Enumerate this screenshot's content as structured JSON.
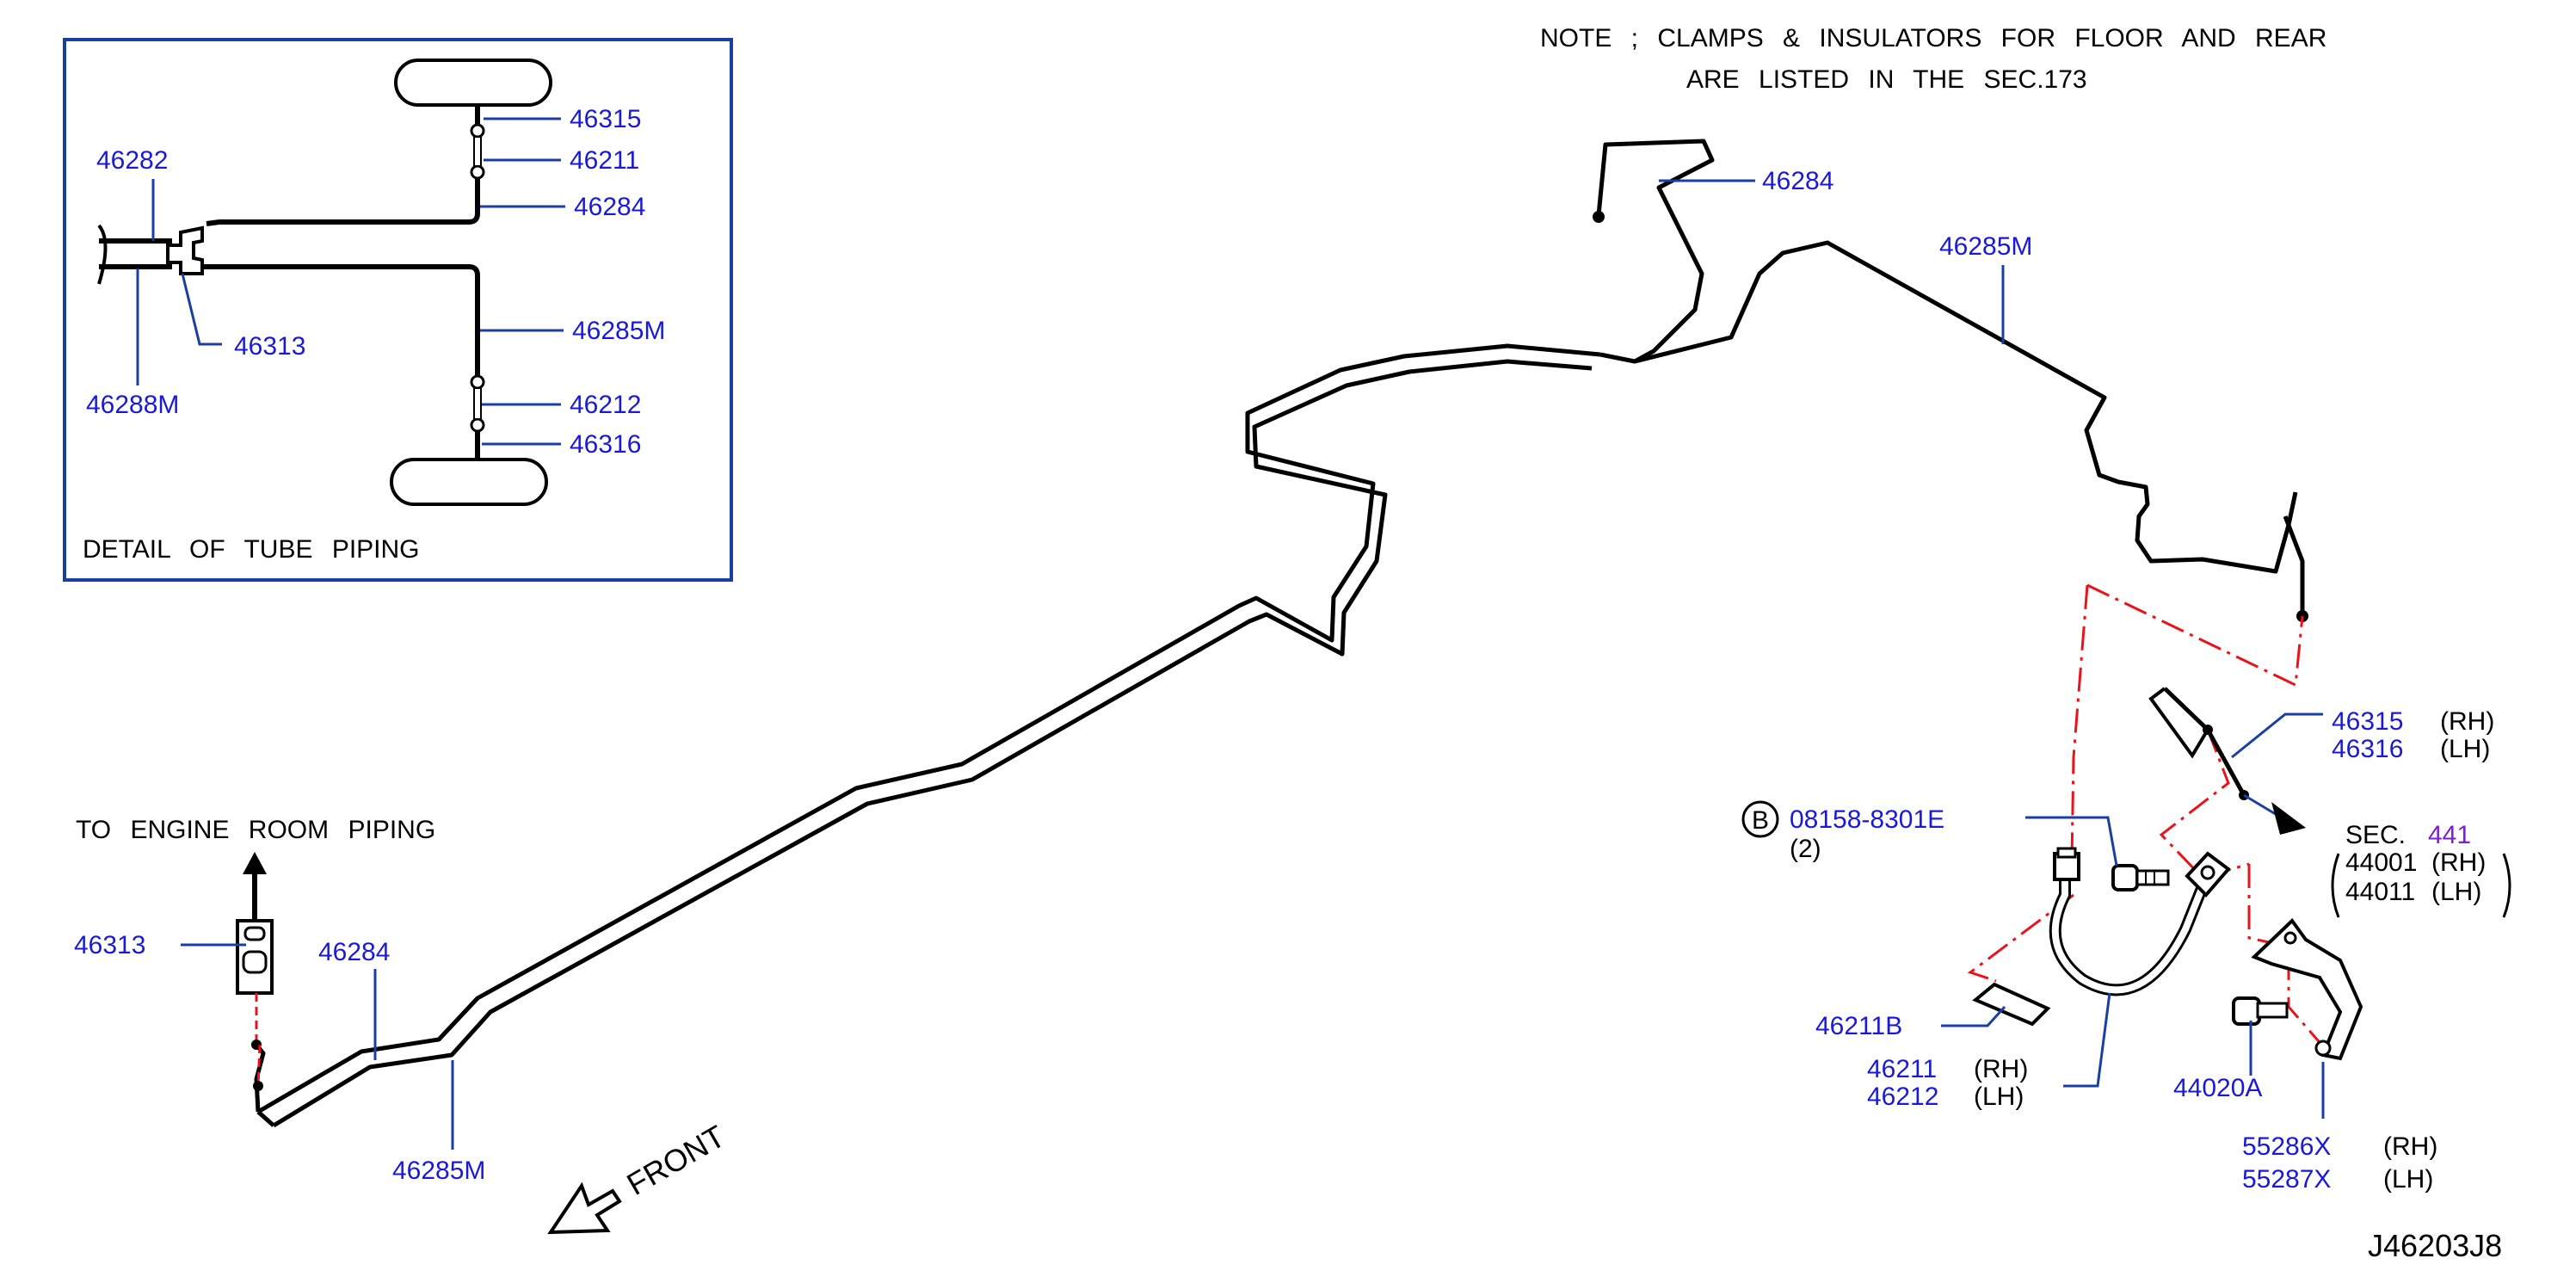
{
  "colors": {
    "label": "#1a1ad6",
    "leader": "#1a3fa3",
    "section": "#7b1fd1",
    "centerline": "#e8141b"
  },
  "note": {
    "line1": "NOTE ; CLAMPS & INSULATORS FOR FLOOR AND REAR",
    "line2": "ARE LISTED IN THE SEC.173"
  },
  "detail": {
    "title": "DETAIL OF TUBE PIPING",
    "labels": {
      "p46315": "46315",
      "p46211": "46211",
      "p46284": "46284",
      "p46282": "46282",
      "p46313": "46313",
      "p46288M": "46288M",
      "p46285M": "46285M",
      "p46212": "46212",
      "p46316": "46316"
    }
  },
  "main": {
    "labels": {
      "p46284_top": "46284",
      "p46285M_top": "46285M",
      "to_engine": "TO ENGINE ROOM PIPING",
      "p46313": "46313",
      "p46284_bottom": "46284",
      "p46285M_bottom": "46285M",
      "front": "FRONT"
    }
  },
  "parts": {
    "bolt_marker": "B",
    "bolt": "08158-8301E",
    "bolt_qty": "(2)",
    "p46315": "46315",
    "p46315_side": "(RH)",
    "p46316": "46316",
    "p46316_side": "(LH)",
    "sec_prefix": "SEC.",
    "sec_num": "441",
    "p44001": "44001",
    "p44001_side": "(RH)",
    "p44011": "44011",
    "p44011_side": "(LH)",
    "p46211B": "46211B",
    "p46211": "46211",
    "p46211_side": "(RH)",
    "p46212": "46212",
    "p46212_side": "(LH)",
    "p44020A": "44020A",
    "p55286X": "55286X",
    "p55286X_side": "(RH)",
    "p55287X": "55287X",
    "p55287X_side": "(LH)"
  },
  "figure_id": "J46203J8"
}
